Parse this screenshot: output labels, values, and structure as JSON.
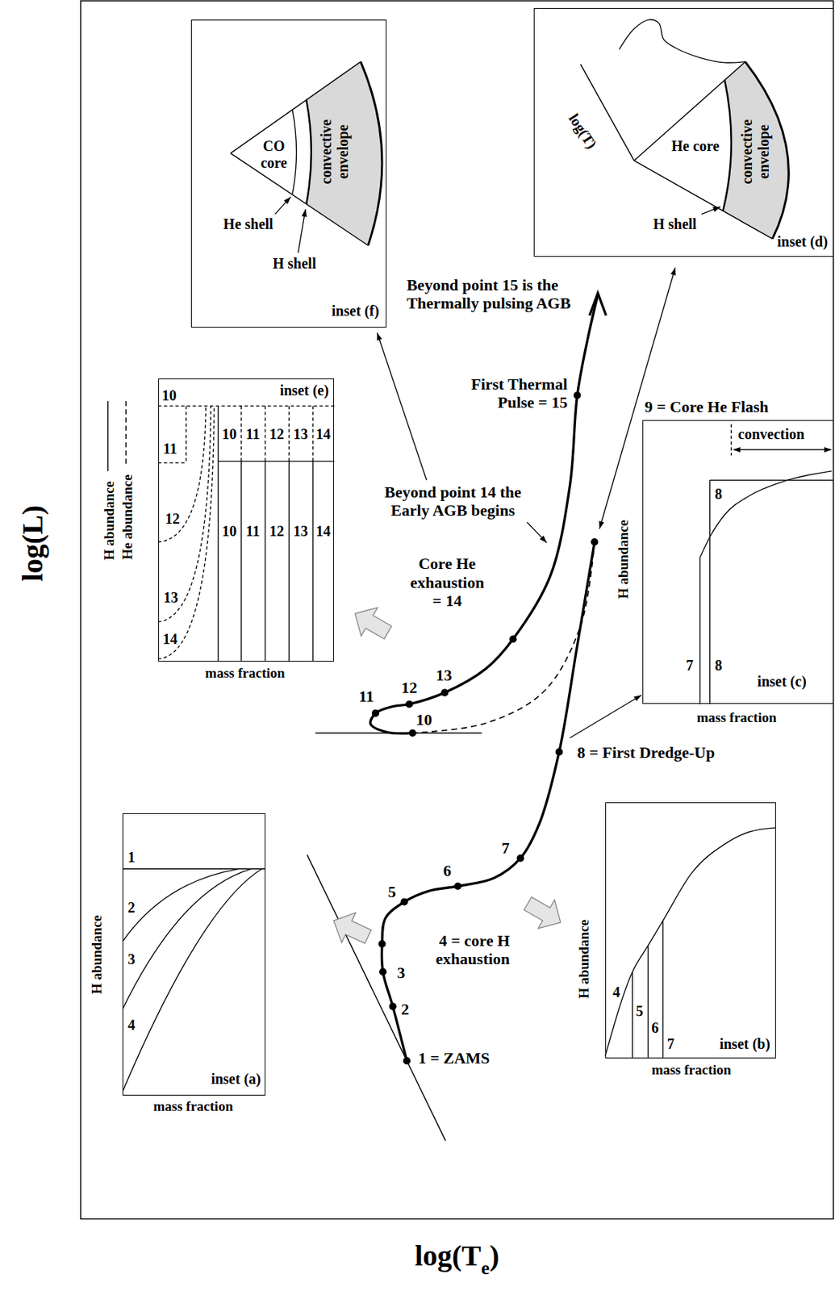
{
  "diagram": {
    "nodes": [
      {
        "text": [
          "CO core",
          "convective envelope",
          "He shell",
          "H shell",
          "inset (f)"
        ]
      },
      {
        "text": [
          "log(T)",
          "He core",
          "convective envelope",
          "H shell",
          "inset (d)"
        ]
      },
      {
        "text": [
          "10",
          "inset (e)",
          "10",
          "11",
          "12",
          "13",
          "14",
          "11",
          "12",
          "10",
          "11",
          "12",
          "13",
          "14",
          "13",
          "14",
          "mass fraction"
        ]
      },
      {
        "text": [
          "convection",
          "8",
          "H abundance",
          "7",
          "8",
          "inset (c)",
          "mass fraction"
        ]
      },
      {
        "text": [
          "1",
          "2",
          "H abundance",
          "3",
          "4",
          "inset (a)",
          "mass fraction"
        ]
      },
      {
        "text": [
          "H abundance",
          "4",
          "5",
          "6",
          "7",
          "inset (b)",
          "mass fraction"
        ]
      }
    ],
    "labels": [
      "log(L)",
      "log(T",
      "e",
      ")",
      "Beyond point 15 is the Thermally pulsing AGB",
      "First Thermal Pulse = 15",
      "9 = Core He Flash",
      "Beyond point 14 the Early AGB begins",
      "Core He exhaustion = 14",
      "11",
      "12",
      "13",
      "10",
      "8 = First Dredge-Up",
      "7",
      "6",
      "5",
      "4 = core H exhaustion",
      "3",
      "2",
      "1 = ZAMS"
    ],
    "legend": [
      {
        "text": "H abundance"
      },
      {
        "text": "He abundance"
      }
    ]
  }
}
